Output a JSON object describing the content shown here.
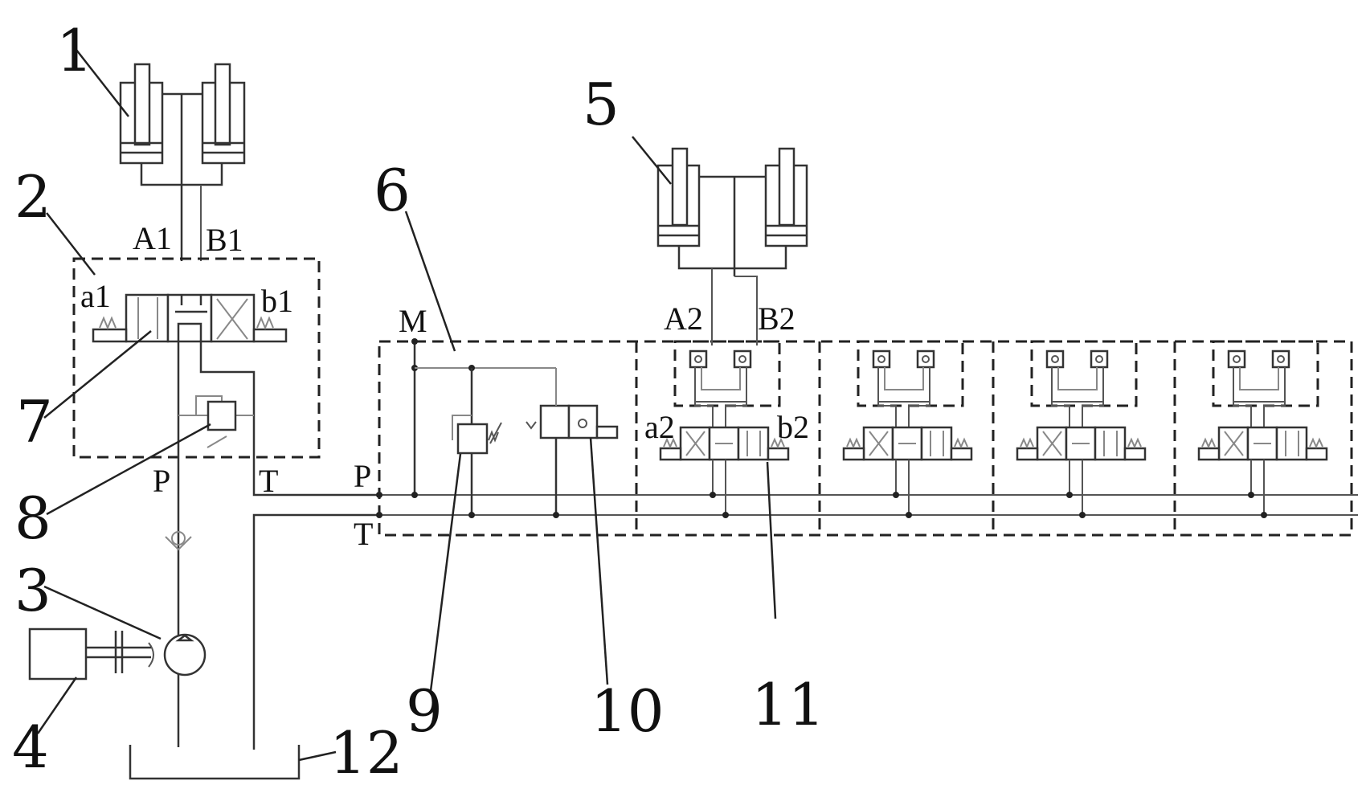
{
  "diagram": {
    "type": "hydraulic-schematic",
    "component_numbers": {
      "n1": "1",
      "n2": "2",
      "n3": "3",
      "n4": "4",
      "n5": "5",
      "n6": "6",
      "n7": "7",
      "n8": "8",
      "n9": "9",
      "n10": "10",
      "n11": "11",
      "n12": "12"
    },
    "port_labels": {
      "A1": "A1",
      "B1": "B1",
      "a1": "a1",
      "b1": "b1",
      "P_left": "P",
      "T_left": "T",
      "M": "M",
      "P_right": "P",
      "T_right": "T",
      "A2": "A2",
      "B2": "B2",
      "a2": "a2",
      "b2": "b2"
    },
    "components": [
      {
        "id": "1",
        "name": "cylinder-pair-1"
      },
      {
        "id": "2",
        "name": "valve-block-1"
      },
      {
        "id": "3",
        "name": "pump"
      },
      {
        "id": "4",
        "name": "motor"
      },
      {
        "id": "5",
        "name": "cylinder-pair-2"
      },
      {
        "id": "6",
        "name": "multi-way-valve-block"
      },
      {
        "id": "7",
        "name": "directional-valve-1"
      },
      {
        "id": "8",
        "name": "relief-valve-1"
      },
      {
        "id": "9",
        "name": "relief-valve-2"
      },
      {
        "id": "10",
        "name": "unloading-valve"
      },
      {
        "id": "11",
        "name": "directional-valve-2"
      },
      {
        "id": "12",
        "name": "tank"
      }
    ],
    "valve_sections_count": 4
  }
}
